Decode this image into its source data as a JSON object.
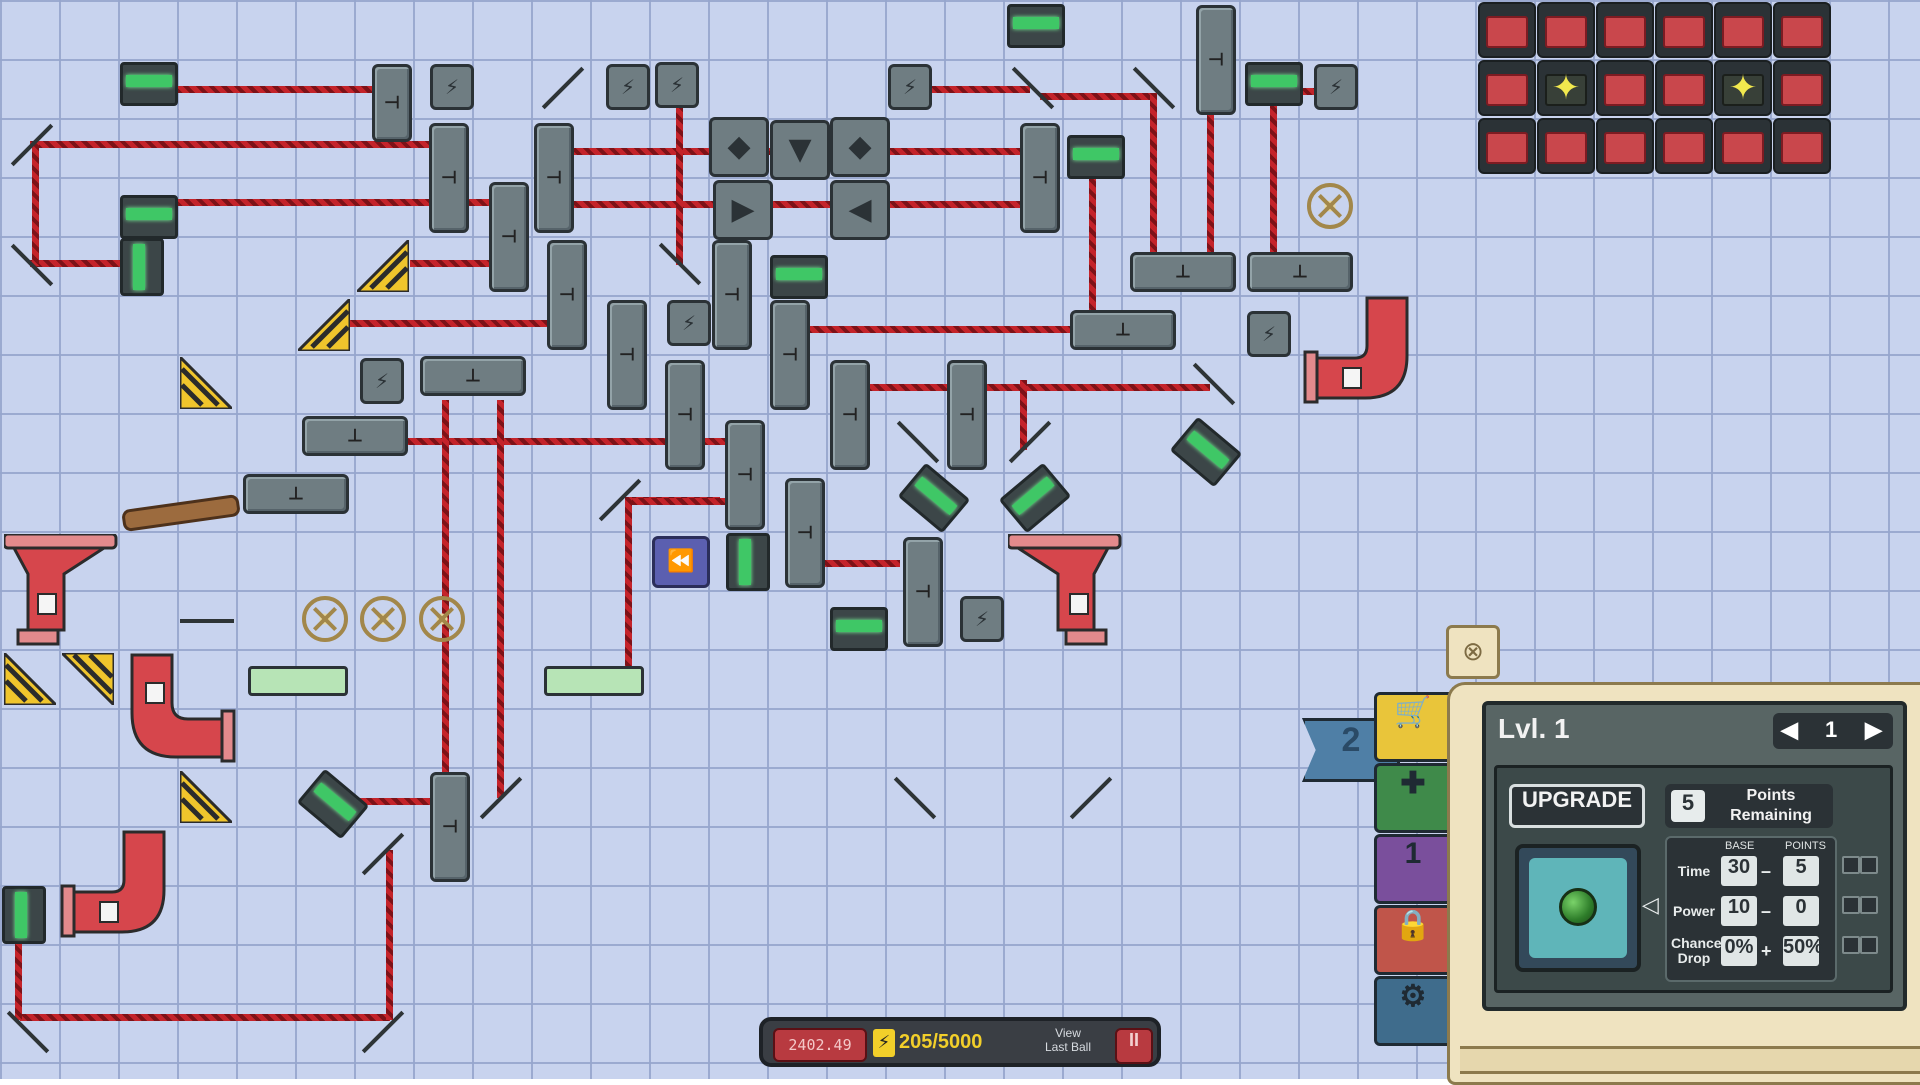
{
  "hud": {
    "money": "2402.49",
    "energy": "205/5000",
    "view_last_ball": "View\nLast Ball",
    "pause_label": "II",
    "bolt_icon": "lightning-bolt-icon"
  },
  "panel": {
    "level_title": "Lvl. 1",
    "page_number": "1",
    "prev_arrow": "◀",
    "next_arrow": "▶",
    "upgrade_label": "UPGRADE",
    "points_remaining_value": "5",
    "points_remaining_label": "Points Remaining",
    "stats_headers": {
      "base": "BASE",
      "points": "POINTS"
    },
    "stats": [
      {
        "label": "Time",
        "base": "30",
        "op": "–",
        "points": "5"
      },
      {
        "label": "Power",
        "base": "10",
        "op": "–",
        "points": "0"
      },
      {
        "label": "Chance Drop",
        "base": "0%",
        "op": "+",
        "points": "50%"
      }
    ],
    "close_icon": "x-close-icon"
  },
  "side_tabs": {
    "ribbon_number": "2",
    "tabs": [
      {
        "name": "shop",
        "glyph": "🛒",
        "color": "#e9c53a"
      },
      {
        "name": "add",
        "glyph": "✚",
        "color": "#3f8a4a"
      },
      {
        "name": "one",
        "glyph": "1",
        "color": "#7a4f9c"
      },
      {
        "name": "lock",
        "glyph": "🔒",
        "color": "#c0554a"
      },
      {
        "name": "settings",
        "glyph": "⚙",
        "color": "#3f6c8c"
      }
    ]
  },
  "inventory": {
    "rows": 3,
    "cols": 6,
    "special_slots": [
      [
        1,
        1
      ],
      [
        1,
        4
      ]
    ]
  },
  "colors": {
    "board_bg": "#c8d3ee",
    "laser": "#c4232a",
    "module": "#6f7d82",
    "emitter_green": "#3fc766",
    "panel_bg": "#efe3c0"
  }
}
